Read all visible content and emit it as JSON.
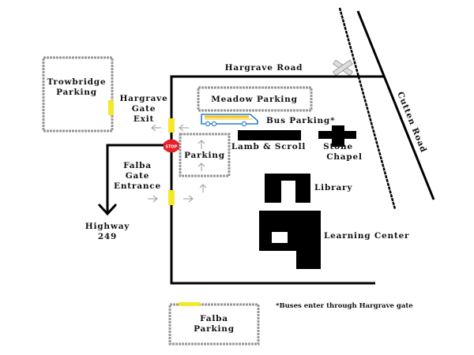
{
  "roads": {
    "hargrave": "Hargrave Road",
    "cutten": "Cutten Road",
    "highway_line1": "Highway",
    "highway_line2": "249"
  },
  "parking": {
    "trowbridge": [
      "Trowbridge",
      "Parking"
    ],
    "meadow": "Meadow Parking",
    "center": "Parking",
    "falba": [
      "Falba",
      "Parking"
    ],
    "bus": "Bus Parking*"
  },
  "gates": {
    "hargrave_exit": [
      "Hargrave",
      "Gate",
      "Exit"
    ],
    "falba_entrance": [
      "Falba",
      "Gate",
      "Entrance"
    ],
    "stop_sign": "STOP"
  },
  "buildings": {
    "lamb_scroll": "Lamb & Scroll",
    "chapel": [
      "Stone",
      "Chapel"
    ],
    "library": "Library",
    "learning_center": "Learning Center"
  },
  "footnote": "*Buses enter through Hargrave gate",
  "colors": {
    "gate": "#f5e82a",
    "stop": "#e8202a",
    "bus_body": "#f5c518",
    "bus_outline": "#2a7fc9"
  }
}
